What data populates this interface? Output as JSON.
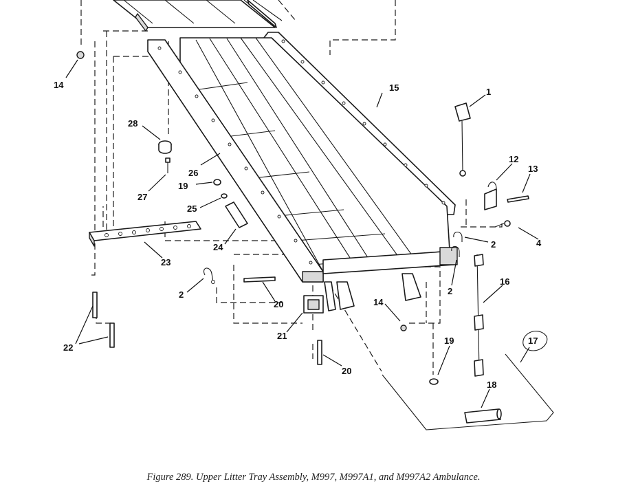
{
  "figure": {
    "caption": "Figure 289.  Upper Litter Tray Assembly, M997, M997A1, and M997A2 Ambulance."
  },
  "callouts": [
    {
      "id": "c14a",
      "text": "14"
    },
    {
      "id": "c15",
      "text": "15"
    },
    {
      "id": "c1",
      "text": "1"
    },
    {
      "id": "c28",
      "text": "28"
    },
    {
      "id": "c26",
      "text": "26"
    },
    {
      "id": "c12",
      "text": "12"
    },
    {
      "id": "c13",
      "text": "13"
    },
    {
      "id": "c19a",
      "text": "19"
    },
    {
      "id": "c27",
      "text": "27"
    },
    {
      "id": "c25",
      "text": "25"
    },
    {
      "id": "c4",
      "text": "4"
    },
    {
      "id": "c2a",
      "text": "2"
    },
    {
      "id": "c24",
      "text": "24"
    },
    {
      "id": "c23",
      "text": "23"
    },
    {
      "id": "c2b",
      "text": "2"
    },
    {
      "id": "c16",
      "text": "16"
    },
    {
      "id": "c2c",
      "text": "2"
    },
    {
      "id": "c20a",
      "text": "20"
    },
    {
      "id": "c14b",
      "text": "14"
    },
    {
      "id": "c21",
      "text": "21"
    },
    {
      "id": "c17",
      "text": "17"
    },
    {
      "id": "c19b",
      "text": "19"
    },
    {
      "id": "c22",
      "text": "22"
    },
    {
      "id": "c20b",
      "text": "20"
    },
    {
      "id": "c18",
      "text": "18"
    }
  ]
}
